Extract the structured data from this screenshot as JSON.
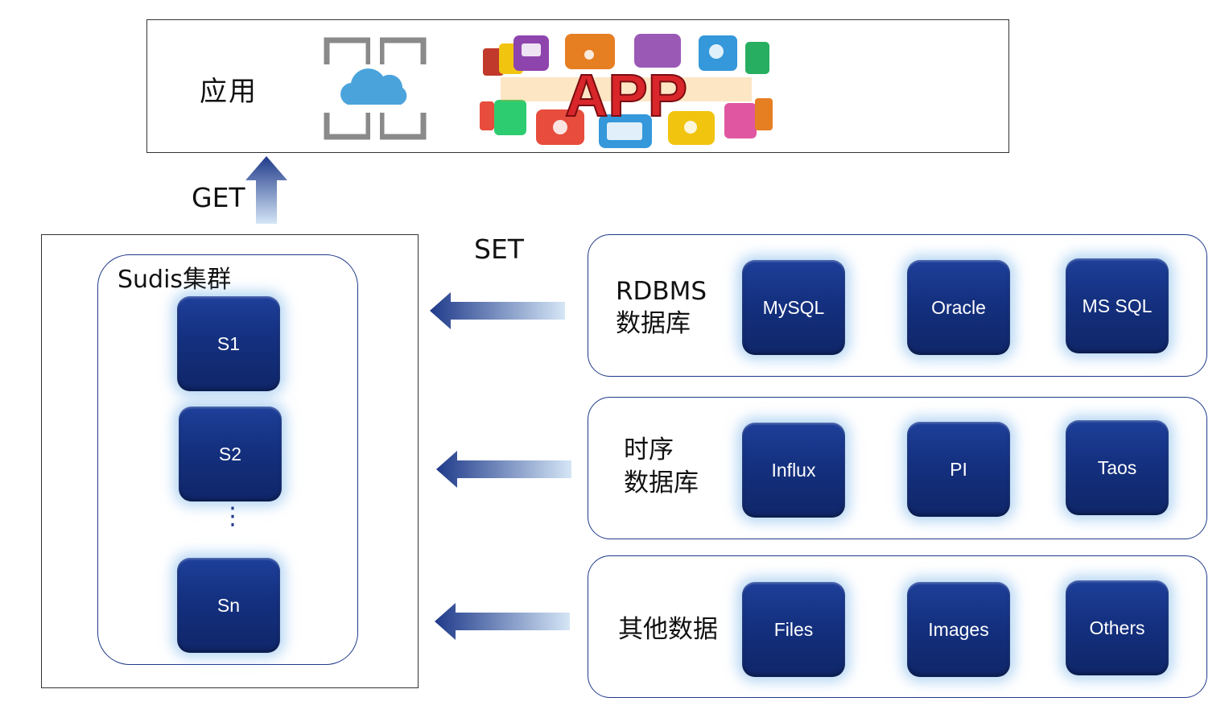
{
  "app": {
    "label": "应用",
    "badge_text": "APP"
  },
  "get": {
    "label": "GET"
  },
  "set": {
    "label": "SET"
  },
  "sudis": {
    "title": "Sudis集群",
    "nodes": [
      "S1",
      "S2",
      "Sn"
    ],
    "ellipsis": "⋮"
  },
  "groups": [
    {
      "label_line1": "RDBMS",
      "label_line2": "数据库",
      "items": [
        "MySQL",
        "Oracle",
        "MS SQL"
      ]
    },
    {
      "label_line1": "时序",
      "label_line2": "数据库",
      "items": [
        "Influx",
        "PI",
        "Taos"
      ]
    },
    {
      "label_line1": "其他数据",
      "label_line2": "",
      "items": [
        "Files",
        "Images",
        "Others"
      ]
    }
  ],
  "colors": {
    "node_blue": "#14307f",
    "border_blue": "#1f3a8a",
    "arrow_dark": "#1f3a8a",
    "arrow_light": "#cfe3f5",
    "cloud": "#4ba3dc",
    "frame_gray": "#8a8a8a",
    "app_red": "#d8262b"
  },
  "icons": [
    "cloud-frame-icon",
    "app-collage-icon",
    "up-arrow-icon",
    "left-arrow-icon"
  ]
}
